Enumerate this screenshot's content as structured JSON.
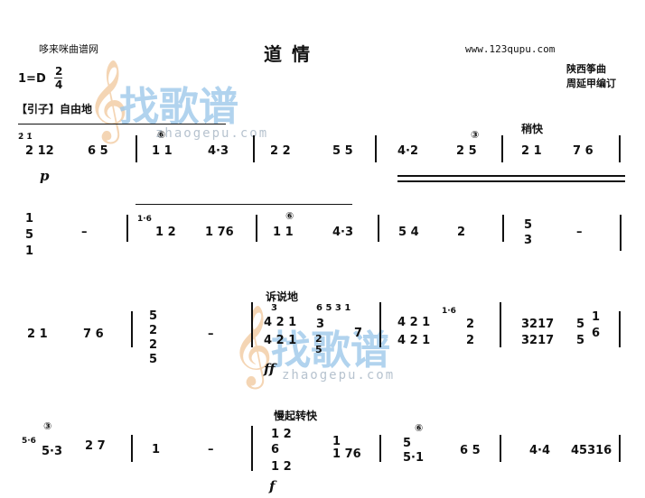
{
  "header": {
    "site_name": "哆来咪曲谱网",
    "title": "道   情",
    "url": "www.123qupu.com",
    "key": "1=D",
    "time_top": "2",
    "time_bottom": "4",
    "credit_line1": "陕西筝曲",
    "credit_line2": "周延甲编订"
  },
  "watermark": {
    "brand": "找歌谱",
    "domain": "zhaogepu.com",
    "clef": "𝄞"
  },
  "labels": {
    "intro": "【引子】自由地",
    "shaokuai": "稍快",
    "sushuodi": "诉说地",
    "manqi": "慢起转快"
  },
  "dynamics": {
    "p": "p",
    "ff": "ff",
    "f": "f"
  },
  "row1": {
    "grace": "2̇ 1̇",
    "n1": "2 12",
    "n2": "6 5",
    "n3": "1 1",
    "n4": "4·3",
    "n5": "2 2",
    "n6": "5 5",
    "n7": "4·2",
    "n8": "2 5",
    "n9": "2 1",
    "n10": "7 6",
    "fing": "⑥",
    "fing2": "③"
  },
  "row2": {
    "chord": "1 5 1",
    "dash": "–",
    "grace": "1·6",
    "n1": "1 2",
    "n2": "1 76",
    "n3": "1 1",
    "n4": "4·3",
    "n5": "5 4",
    "n6": "2",
    "n7a": "5",
    "n7b": "3",
    "dash2": "–",
    "fing": "⑥"
  },
  "row3": {
    "n1": "2 1",
    "n2": "7 6",
    "chord": "5 2 2 5",
    "dash": "–",
    "c1a": "3",
    "c1b": "4 2 1",
    "c1c": "4 2 1",
    "c2a": "6 5 3 1",
    "c2b": "3",
    "c2c": "2 5",
    "c2d": "7",
    "c3a": "4 2 1",
    "c3b": "4 2 1",
    "c4a": "1·6",
    "c4b": "2",
    "c4c": "2",
    "c5a": "3217",
    "c5b": "3217",
    "c6a": "5",
    "c6b": "5",
    "c6c": "1",
    "c6d": "6"
  },
  "row4": {
    "grace": "5·6",
    "n1": "5·3",
    "n2": "2 7",
    "n3": "1",
    "dash": "–",
    "c1a": "1 2",
    "c1b": "6",
    "c1c": "1 2",
    "c2a": "1",
    "c2b": "1 76",
    "c3a": "5",
    "c3b": "5·1",
    "n4": "6 5",
    "n5": "4·4",
    "n6": "45316",
    "fing": "③",
    "fing2": "⑥"
  }
}
